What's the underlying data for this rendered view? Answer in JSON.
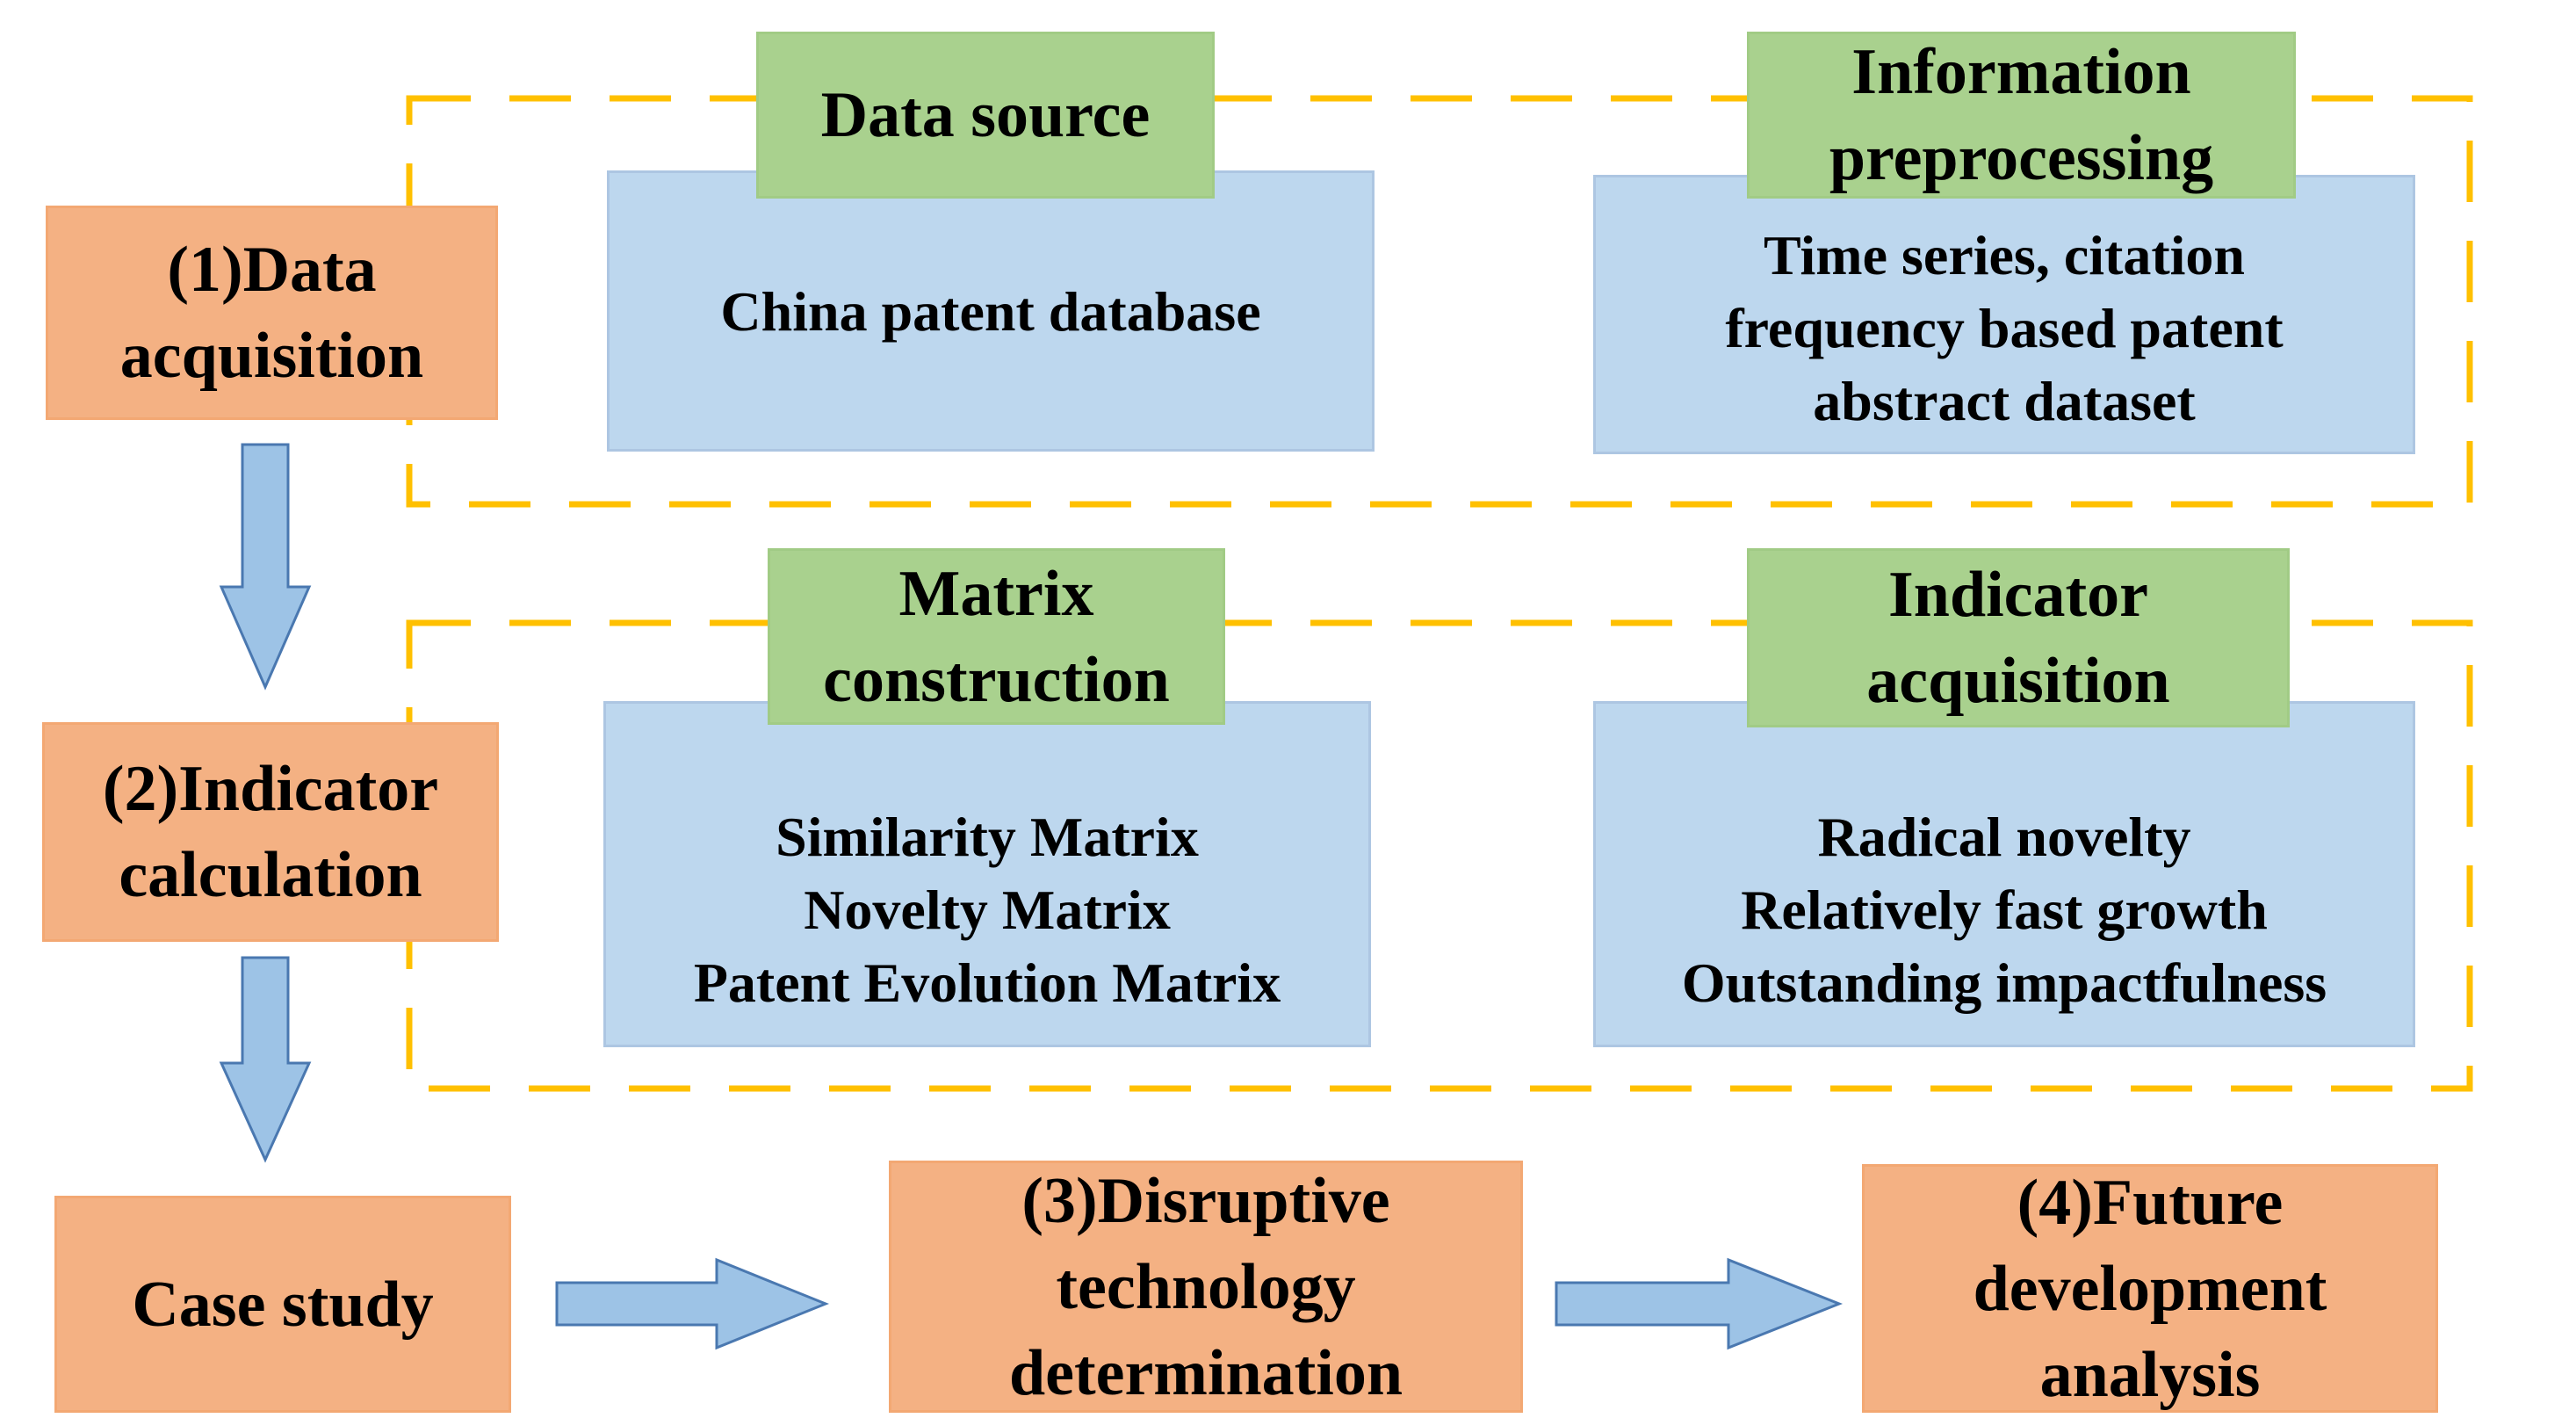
{
  "colors": {
    "step_box": "#f4b183",
    "content_box": "#bdd7ee",
    "header_box": "#a9d18e",
    "dashed_border": "#ffc000",
    "arrow_fill": "#9dc3e6",
    "arrow_stroke": "#4a78b0"
  },
  "steps": {
    "data_acquisition": [
      "(1)Data",
      "acquisition"
    ],
    "indicator_calculation": [
      "(2)Indicator",
      "calculation"
    ],
    "case_study": [
      "Case study"
    ],
    "disruptive_determination": [
      "(3)Disruptive",
      "technology",
      "determination"
    ],
    "future_analysis": [
      "(4)Future",
      "development",
      "analysis"
    ]
  },
  "headers": {
    "data_source": [
      "Data source"
    ],
    "information_preprocessing": [
      "Information",
      "preprocessing"
    ],
    "matrix_construction": [
      "Matrix",
      "construction"
    ],
    "indicator_acquisition": [
      "Indicator",
      "acquisition"
    ]
  },
  "contents": {
    "data_source": [
      "China patent database"
    ],
    "information_preprocessing": [
      "Time series, citation",
      "frequency based patent",
      "abstract dataset"
    ],
    "matrix_construction": [
      "Similarity Matrix",
      "Novelty Matrix",
      "Patent Evolution Matrix"
    ],
    "indicator_acquisition": [
      "Radical novelty",
      "Relatively fast growth",
      "Outstanding impactfulness"
    ]
  },
  "arrows": [
    "down-arrow-1",
    "down-arrow-2",
    "right-arrow-1",
    "right-arrow-2"
  ]
}
